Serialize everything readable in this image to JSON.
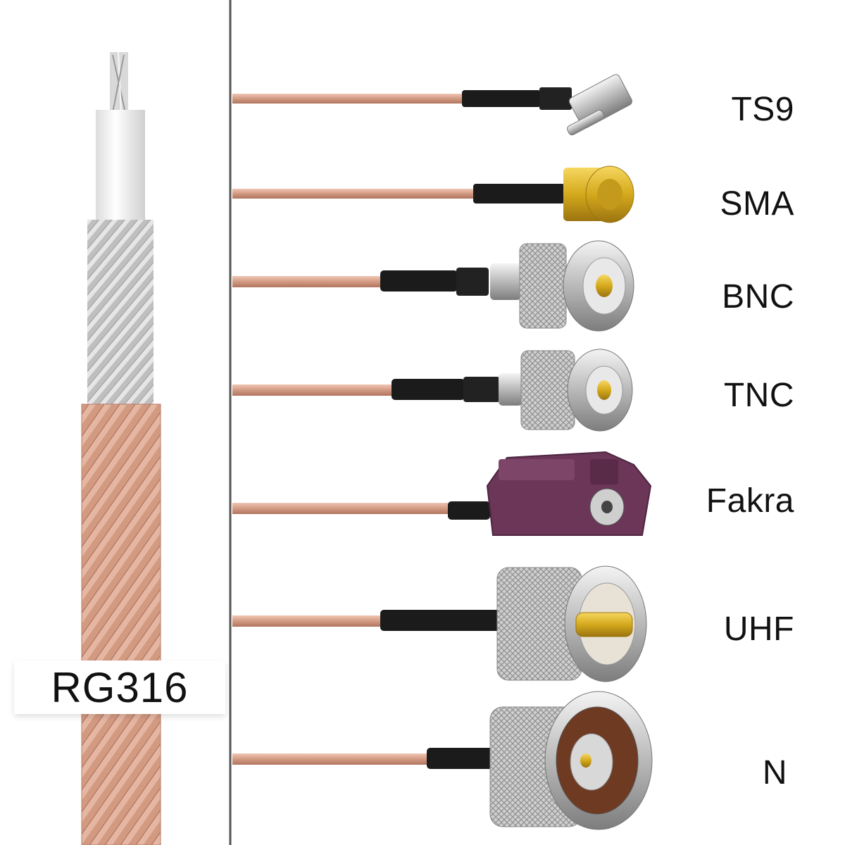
{
  "cable": {
    "name": "RG316"
  },
  "connectors": [
    {
      "name": "TS9"
    },
    {
      "name": "SMA"
    },
    {
      "name": "BNC"
    },
    {
      "name": "TNC"
    },
    {
      "name": "Fakra"
    },
    {
      "name": "UHF"
    },
    {
      "name": "N"
    }
  ],
  "colors": {
    "background": "#ffffff",
    "jacket_copper": "#d9a38c",
    "braid_silver": "#c9c9c9",
    "dielectric": "#f3f3f3",
    "connector_black": "#1b1b1b",
    "fakra_violet": "#6b3658",
    "sma_gold": "#d4a91c",
    "divider": "#555555"
  }
}
